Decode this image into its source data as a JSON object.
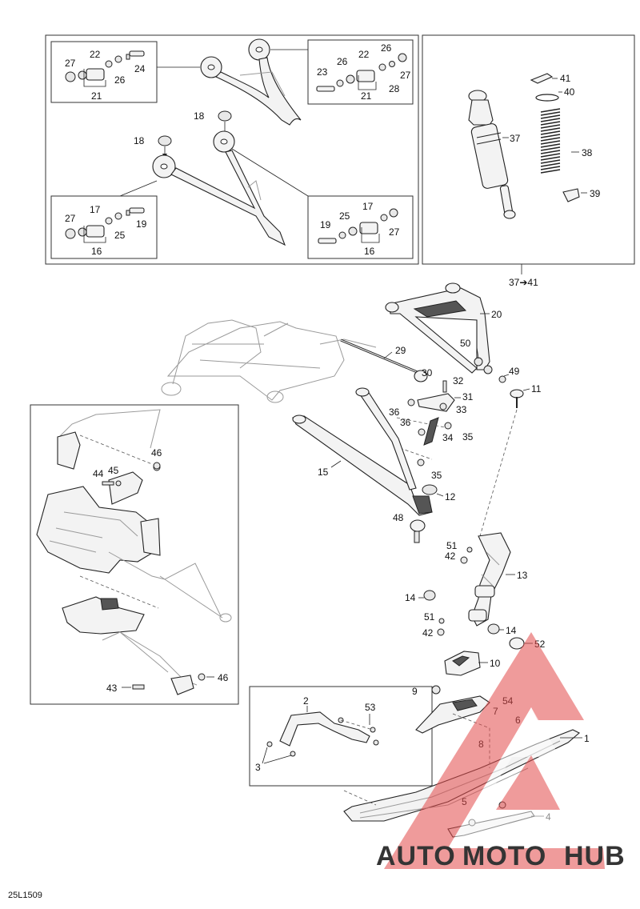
{
  "figure_code": "25L1509",
  "watermark": {
    "part1": "AUTO",
    "part2": "MOTO",
    "part3": "HUB",
    "color_light": "#f4b98a",
    "color_dark": "#555555",
    "color_red": "#e03030"
  },
  "callouts": {
    "c1": "1",
    "c2": "2",
    "c3": "3",
    "c4": "4",
    "c5": "5",
    "c6": "6",
    "c7": "7",
    "c8": "8",
    "c9": "9",
    "c10": "10",
    "c11": "11",
    "c12": "12",
    "c13": "13",
    "c14a": "14",
    "c14b": "14",
    "c15": "15",
    "c16a": "16",
    "c16b": "16",
    "c17a": "17",
    "c17b": "17",
    "c18a": "18",
    "c18b": "18",
    "c19a": "19",
    "c19b": "19",
    "c20": "20",
    "c21a": "21",
    "c21b": "21",
    "c22a": "22",
    "c22b": "22",
    "c23": "23",
    "c24": "24",
    "c25a": "25",
    "c25b": "25",
    "c26a": "26",
    "c26b": "26",
    "c26c": "26",
    "c27a": "27",
    "c27b": "27",
    "c27c": "27",
    "c27d": "27",
    "c28": "28",
    "c29": "29",
    "c30": "30",
    "c31": "31",
    "c32": "32",
    "c33": "33",
    "c34": "34",
    "c35a": "35",
    "c35b": "35",
    "c36a": "36",
    "c36b": "36",
    "c37": "37",
    "c38": "38",
    "c39": "39",
    "c40": "40",
    "c41": "41",
    "c37to41": "37➔41",
    "c42a": "42",
    "c42b": "42",
    "c43": "43",
    "c44": "44",
    "c45": "45",
    "c46a": "46",
    "c46b": "46",
    "c48": "48",
    "c49": "49",
    "c50": "50",
    "c51a": "51",
    "c51b": "51",
    "c52": "52",
    "c53": "53",
    "c54": "54"
  }
}
